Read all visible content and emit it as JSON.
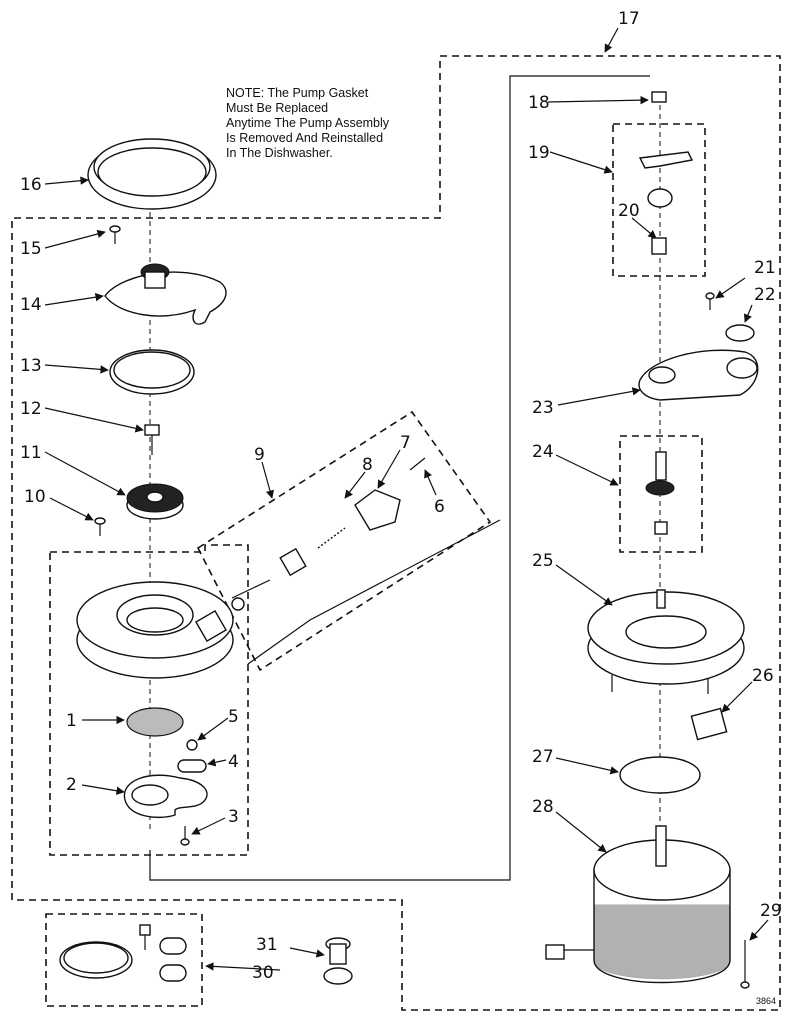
{
  "note": {
    "lines": [
      "NOTE: The Pump Gasket",
      "Must Be Replaced",
      "Anytime The Pump Assembly",
      "Is Removed And Reinstalled",
      "In The Dishwasher."
    ]
  },
  "callouts": [
    "1",
    "2",
    "3",
    "4",
    "5",
    "6",
    "7",
    "8",
    "9",
    "10",
    "11",
    "12",
    "13",
    "14",
    "15",
    "16",
    "17",
    "18",
    "19",
    "20",
    "21",
    "22",
    "23",
    "24",
    "25",
    "26",
    "27",
    "28",
    "29",
    "30",
    "31"
  ],
  "drawing_code": "3864"
}
